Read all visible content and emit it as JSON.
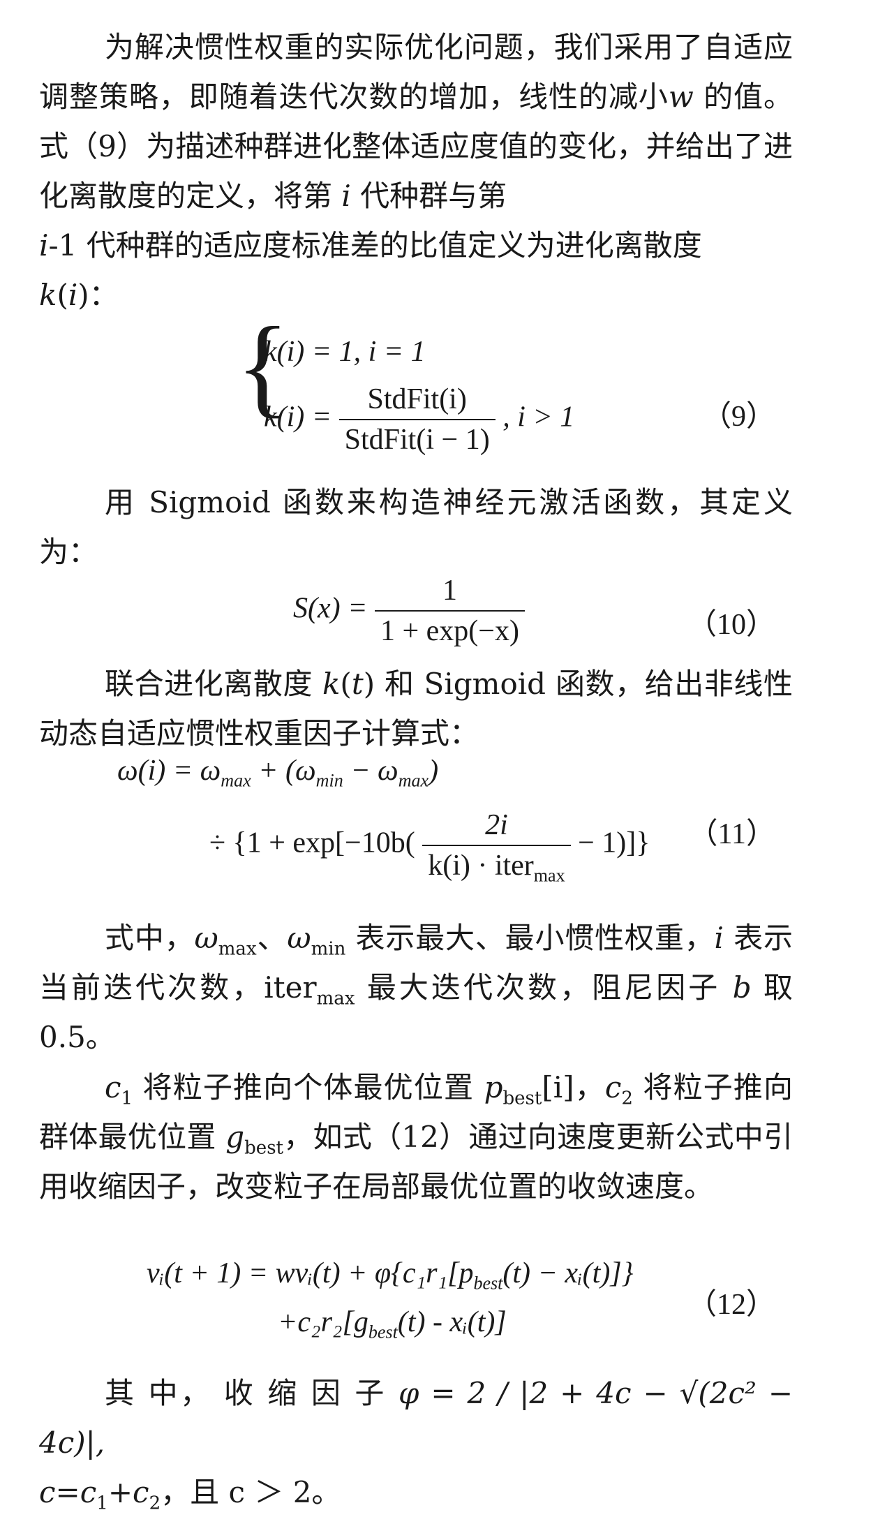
{
  "paragraphs": {
    "p1": "为解决惯性权重的实际优化问题，我们采用了自适应调整策略，即随着迭代次数的增加，线性的减小",
    "p1_var_w": "w",
    "p1_cont": " 的值。式（9）为描述种群进化整体适应度值的变化，并给出了进化离散度的定义，将第",
    "p1_var_i": "i",
    "p1_cont2": " 代种群与第",
    "p1_var_i2": "i",
    "p1_cont3": "-1 代种群的适应度标准差的比值定义为进化离散度",
    "p1_end_k": "k",
    "p1_end_i": "i",
    "p1_end_tail": "：",
    "p2": "用 Sigmoid 函数来构造神经元激活函数，其定义为：",
    "p3_a": "联合进化离散度 ",
    "p3_k": "k",
    "p3_t": "t",
    "p3_b": " 和 Sigmoid 函数，给出非线性动态自适应惯性权重因子计算式：",
    "p4_a": "式中，",
    "p4_b": "、",
    "p4_c": " 表示最大、最小惯性权重，",
    "p4_i": "i",
    "p4_d": " 表示当前迭代次数，iter",
    "p4_max": "max",
    "p4_e": " 最大迭代次数，阻尼因子 ",
    "p4_b_var": "b",
    "p4_f": " 取 0.5。",
    "p5_c1": "c",
    "p5_a": " 将粒子推向个体最优位置 ",
    "p5_p": "p",
    "p5_best": "best",
    "p5_b": "[i]，",
    "p5_c2": "c",
    "p5_c": " 将粒子推向群体最优位置 ",
    "p5_g": "g",
    "p5_d": "，如式（12）通过向速度更新公式中引用收缩因子，改变粒子在局部最优位置的收敛速度。",
    "p6_a": "其 中， 收 缩 因 子 ",
    "p6_c": "c",
    "p6_b": "，且 c ＞ 2。"
  },
  "equations": {
    "eq9": {
      "number": "（9）",
      "line1": "k(i) = 1,  i = 1",
      "line2_lhs": "k(i) =",
      "num": "StdFit(i)",
      "den": "StdFit(i − 1)",
      "cond": ",  i > 1"
    },
    "eq10": {
      "number": "（10）",
      "lhs": "S(x) =",
      "num": "1",
      "den": "1 + exp(−x)"
    },
    "eq11": {
      "number": "（11）",
      "line1": "ω(i) = ω",
      "line1_b": " + (ω",
      "line1_c": " − ω",
      "line1_d": ")",
      "line2_a": "÷ {1 + exp[−10b(",
      "num": "2i",
      "den": "k(i) · iter",
      "line2_b": " − 1)]}"
    },
    "eq12": {
      "number": "（12）",
      "line1": "vᵢ(t + 1) = wvᵢ(t) + φ{c₁r₁[p",
      "line1_b": "(t) − xᵢ(t)]}",
      "line2": "+c₂r₂[g",
      "line2_b": "(t) - xᵢ(t)]"
    },
    "phi": "φ = 2 / |2 + 4c − √(2c² − 4c)|,"
  },
  "subscripts": {
    "max": "max",
    "min": "min",
    "best": "best",
    "one": "1",
    "two": "2"
  }
}
